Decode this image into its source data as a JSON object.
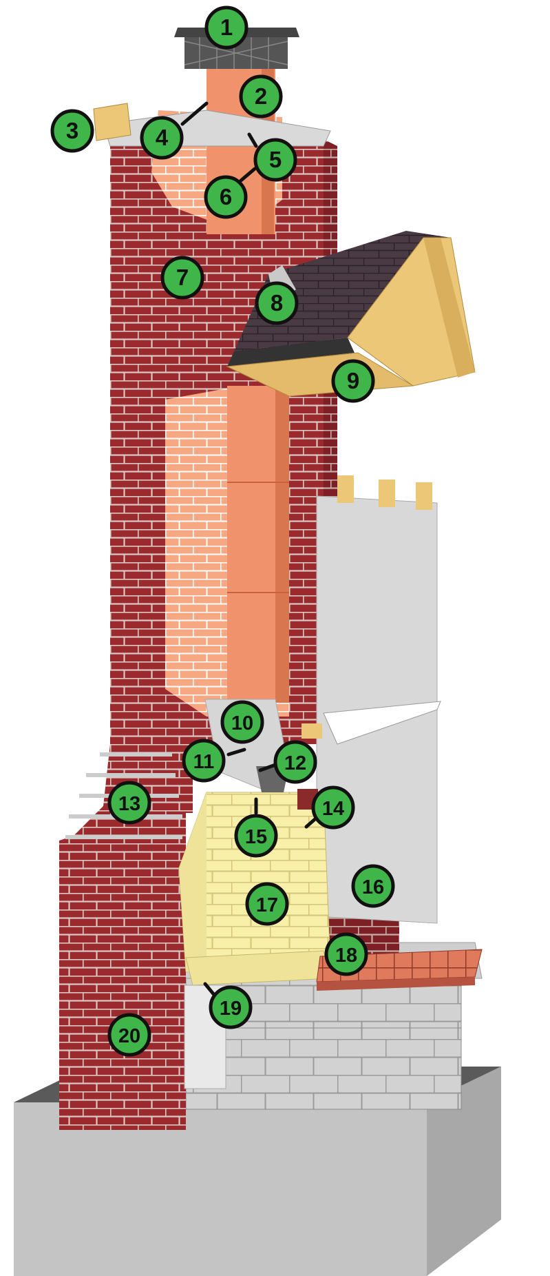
{
  "diagram": {
    "colors": {
      "brick": "#9b2a2e",
      "brick_mortar": "#d9c7c0",
      "flue_tile": "#f0936c",
      "inner_brick": "#f6a883",
      "firebrick": "#f8f0a8",
      "firebrick_mortar": "#d8cc80",
      "concrete": "#bdbdbd",
      "block": "#d2d2d2",
      "shingle": "#4a3a44",
      "wood": "#ecc777",
      "board": "#d8d8d8",
      "callout_fill": "#3fb54a",
      "callout_stroke": "#111111"
    },
    "callouts": [
      {
        "label": "1"
      },
      {
        "label": "2"
      },
      {
        "label": "3"
      },
      {
        "label": "4"
      },
      {
        "label": "5"
      },
      {
        "label": "6"
      },
      {
        "label": "7"
      },
      {
        "label": "8"
      },
      {
        "label": "9"
      },
      {
        "label": "10"
      },
      {
        "label": "11"
      },
      {
        "label": "12"
      },
      {
        "label": "13"
      },
      {
        "label": "14"
      },
      {
        "label": "15"
      },
      {
        "label": "16"
      },
      {
        "label": "17"
      },
      {
        "label": "18"
      },
      {
        "label": "19"
      },
      {
        "label": "20"
      }
    ]
  }
}
